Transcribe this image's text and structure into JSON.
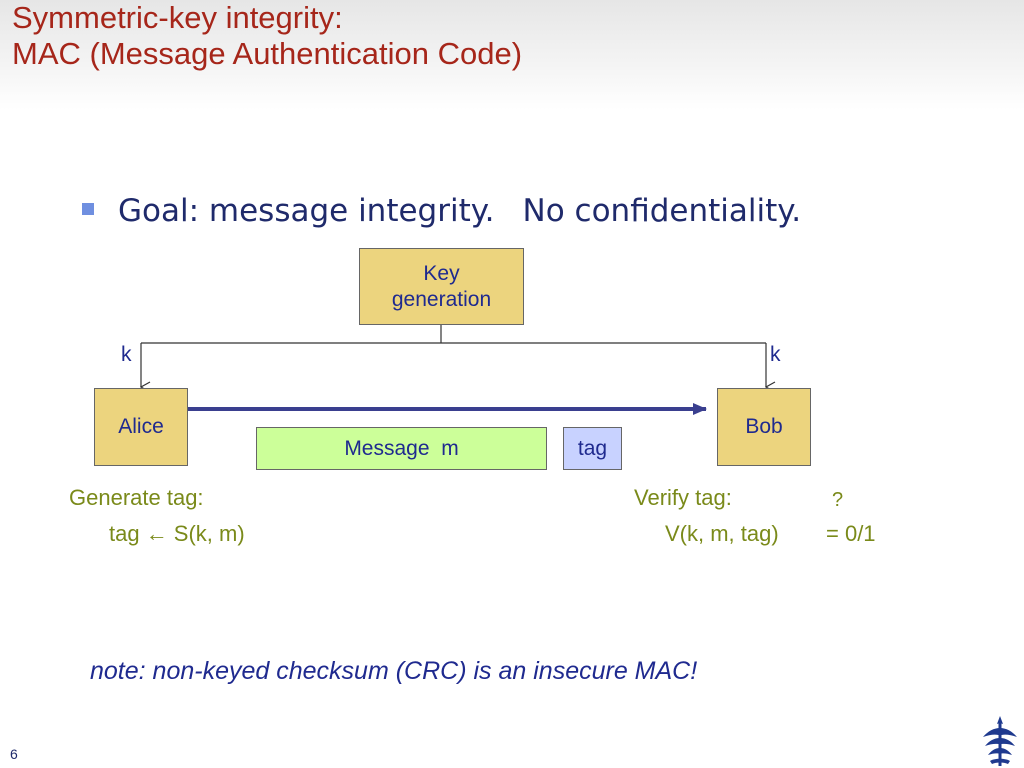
{
  "title": {
    "line1": "Symmetric-key integrity:",
    "line2": "MAC (Message Authentication Code)"
  },
  "bullet": {
    "part1": "Goal: message integrity.",
    "part2": "No confidentiality."
  },
  "diagram": {
    "keygen_line1": "Key",
    "keygen_line2": "generation",
    "k_left": "k",
    "k_right": "k",
    "alice": "Alice",
    "bob": "Bob",
    "message": "Message  m",
    "tag": "tag",
    "gen_title": "Generate tag:",
    "gen_formula": "tag ← S(k, m)",
    "verify_title": "Verify tag:",
    "verify_formula": "V(k, m, tag)",
    "question_mark": "?",
    "result": "= 0/1"
  },
  "note": "note: non-keyed checksum (CRC) is an insecure MAC!",
  "page_number": "6",
  "colors": {
    "title": "#a6261a",
    "body_text": "#1f2a6b",
    "diagram_text": "#1f2a8f",
    "olive_text": "#7a8a1a",
    "box_tan": "#ecd47e",
    "box_green": "#ccff99",
    "box_blue": "#c8d2ff",
    "bullet": "#6f8fe0",
    "arrow": "#3a3f8f",
    "logo": "#1f3a8f"
  },
  "icons": {
    "bullet": "square-bullet",
    "logo": "university-emblem"
  }
}
